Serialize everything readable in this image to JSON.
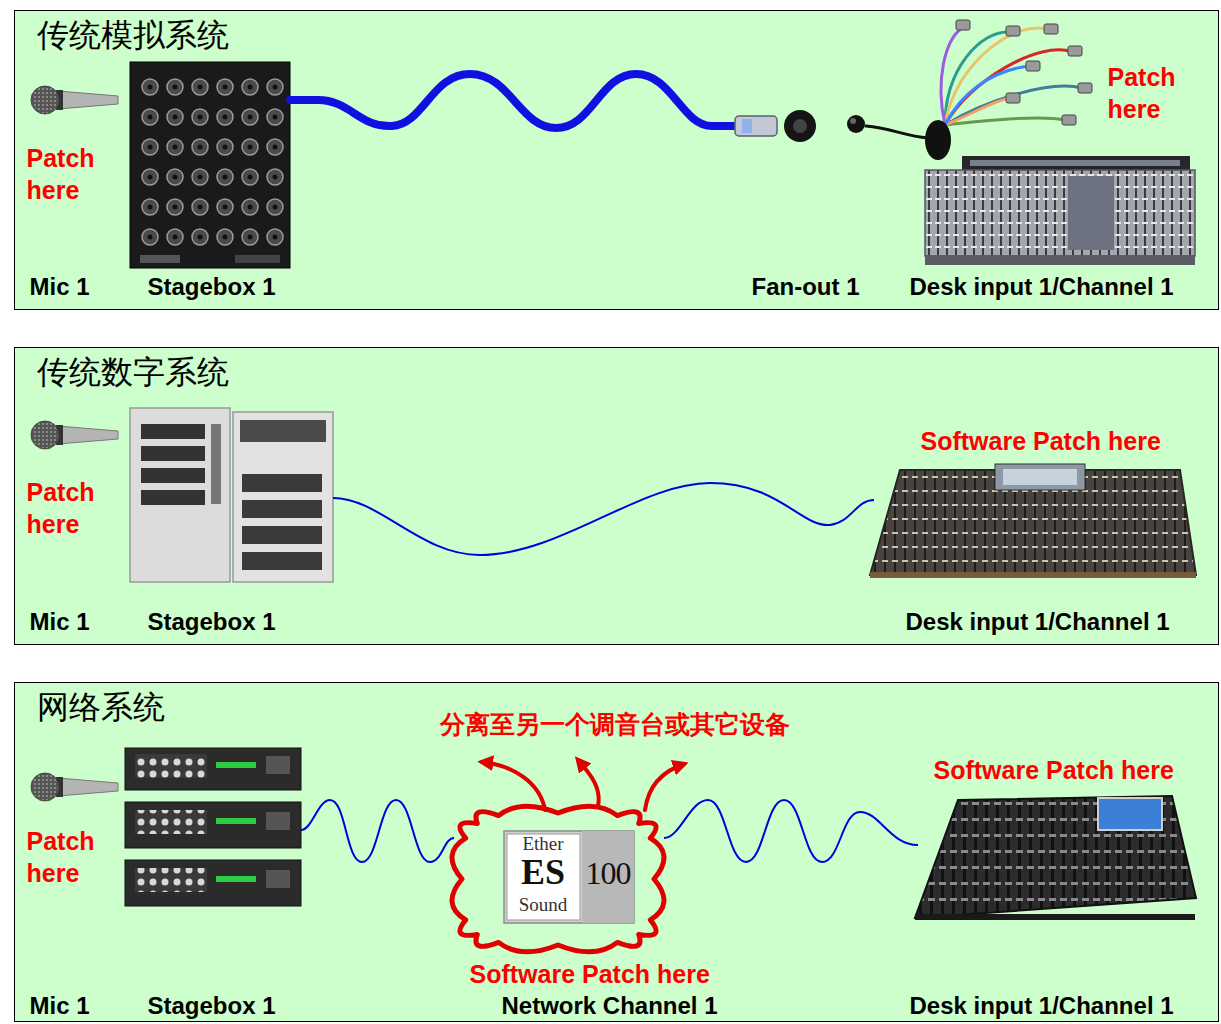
{
  "diagram": {
    "nodes": [
      {
        "text": [
          "传统模拟系统"
        ]
      },
      {
        "text": [
          "传统数字系统"
        ]
      },
      {
        "text": [
          "网络系统"
        ]
      },
      {
        "text": [
          "Ether",
          "ES",
          "Sound",
          "100"
        ],
        "in": 2
      }
    ],
    "labels": [
      "Patch here",
      "Patch here",
      "Mic 1",
      "Stagebox 1",
      "Fan-out 1",
      "Desk input 1/Channel 1",
      "Patch here",
      "Software Patch here",
      "Mic 1",
      "Stagebox 1",
      "Desk input 1/Channel 1",
      "分离至另一个调音台或其它设备",
      "Software Patch here",
      "Patch here",
      "Software Patch here",
      "Mic 1",
      "Stagebox 1",
      "Network Channel 1",
      "Desk input 1/Channel 1"
    ]
  }
}
